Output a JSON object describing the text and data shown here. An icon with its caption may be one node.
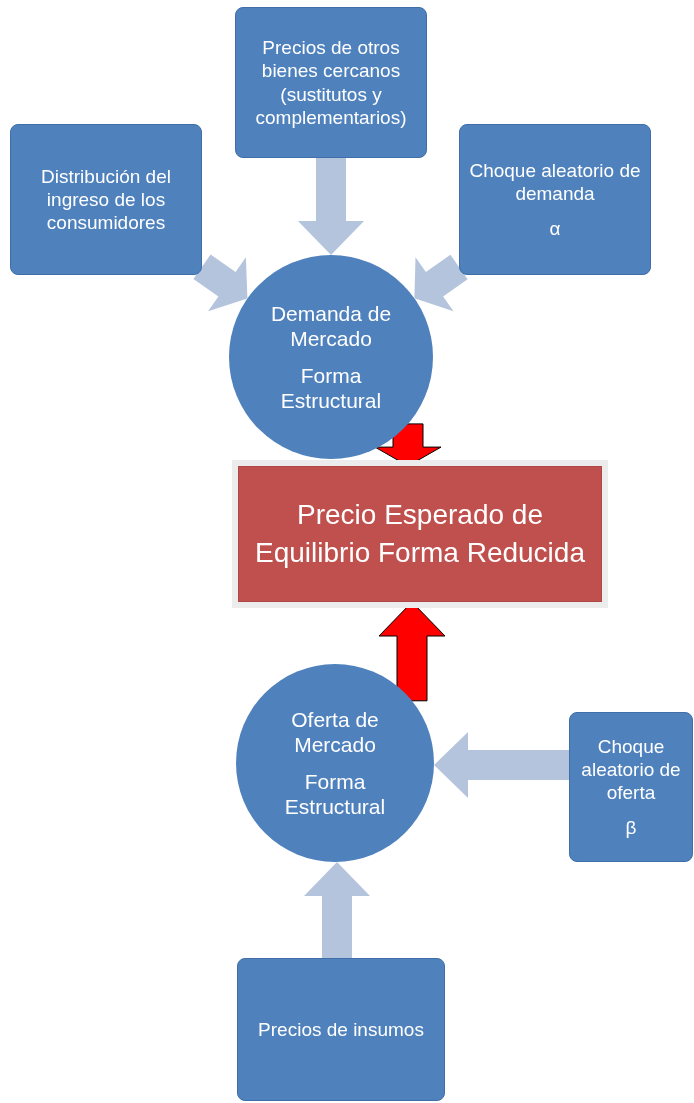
{
  "diagram": {
    "nodes": [
      {
        "text": [
          "Precios de otros bienes cercanos (sustitutos y complementarios)"
        ]
      },
      {
        "text": [
          "Distribución del ingreso de los consumidores"
        ]
      },
      {
        "text": [
          "Choque aleatorio de demanda",
          "α"
        ]
      },
      {
        "text": [
          "Demanda de Mercado",
          "Forma Estructural"
        ]
      },
      {
        "text": [
          "Precio Esperado de Equilibrio Forma Reducida"
        ]
      },
      {
        "text": [
          "Oferta de Mercado",
          "Forma Estructural"
        ]
      },
      {
        "text": [
          "Choque aleatorio de oferta",
          "β"
        ]
      },
      {
        "text": [
          "Precios de insumos"
        ]
      }
    ],
    "edges": [
      {
        "from": 0,
        "to": 3,
        "arrow": "to"
      },
      {
        "from": 1,
        "to": 3,
        "arrow": "to"
      },
      {
        "from": 2,
        "to": 3,
        "arrow": "to"
      },
      {
        "from": 3,
        "to": 4,
        "arrow": "to",
        "color": "#ff0000"
      },
      {
        "from": 5,
        "to": 4,
        "arrow": "to",
        "color": "#ff0000"
      },
      {
        "from": 6,
        "to": 5,
        "arrow": "to"
      },
      {
        "from": 7,
        "to": 5,
        "arrow": "to"
      }
    ]
  }
}
